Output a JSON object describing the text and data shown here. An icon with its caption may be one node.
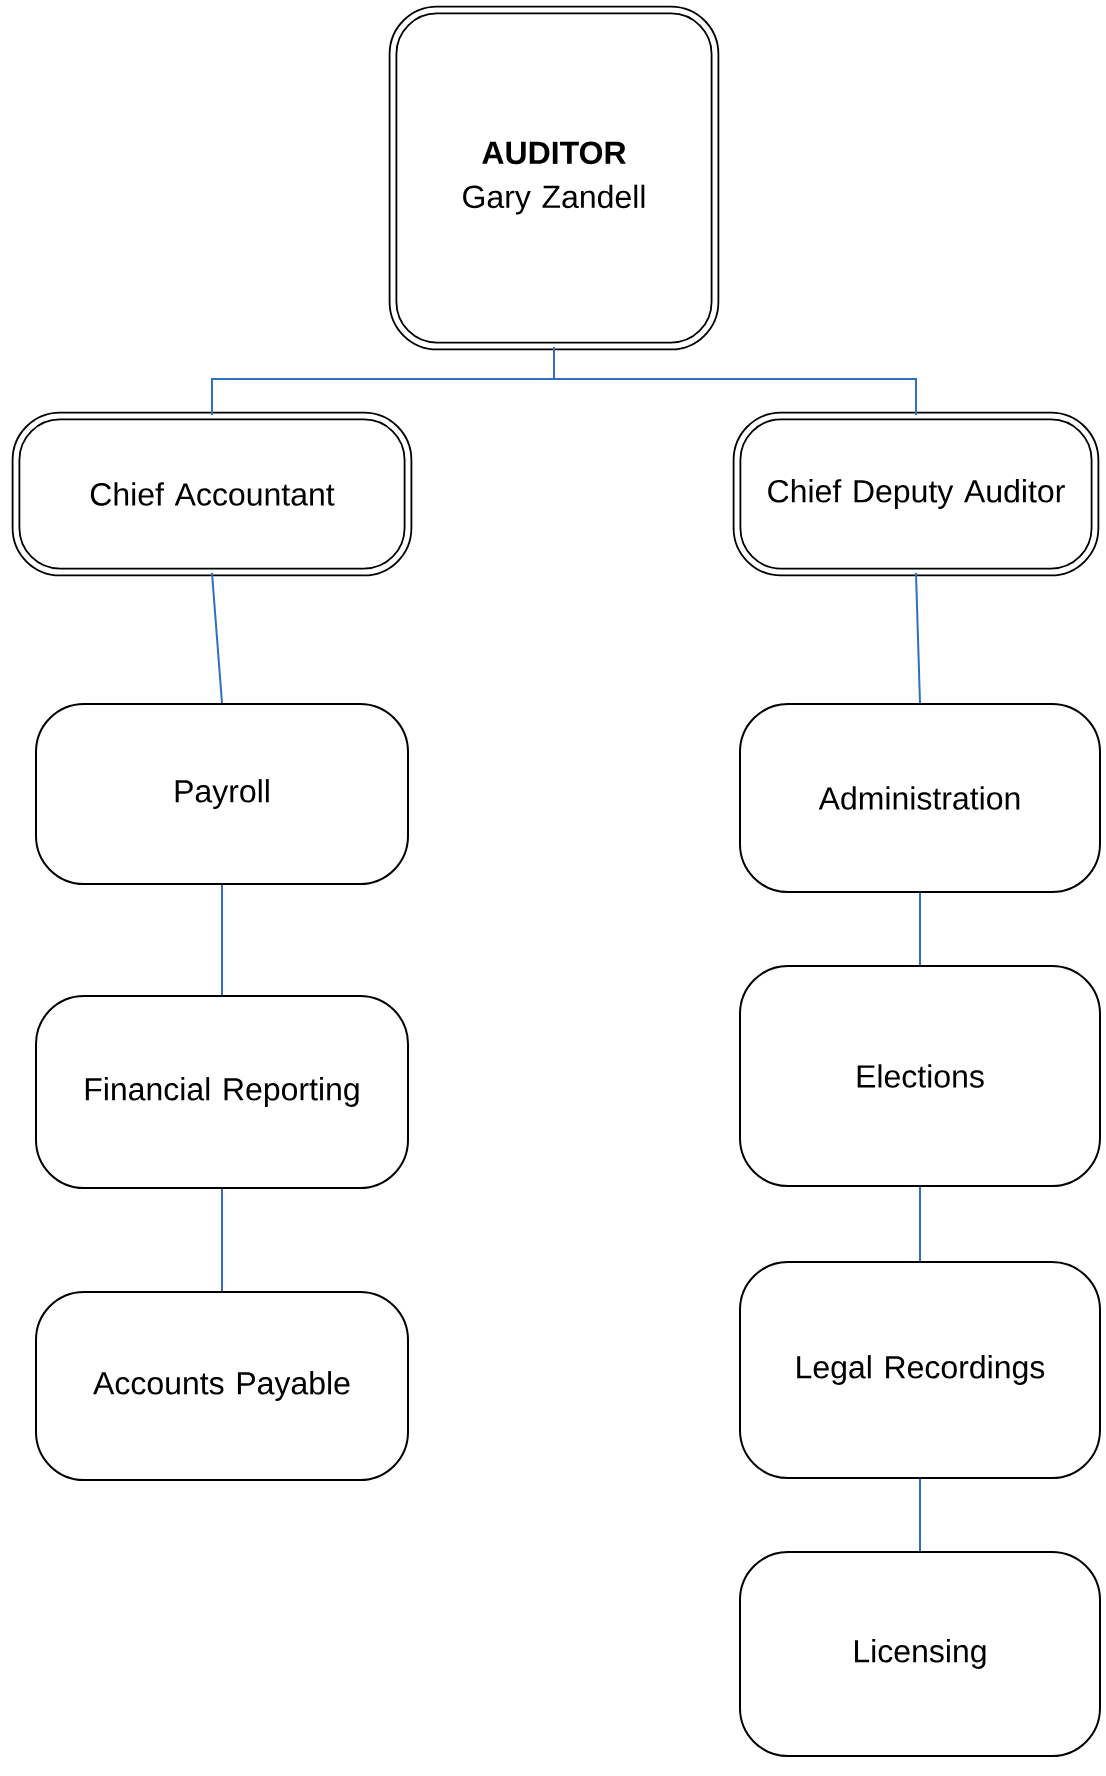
{
  "diagram": {
    "nodes": [
      {
        "text": [
          "AUDITOR",
          "Gary Zandell"
        ]
      },
      {
        "text": [
          "Chief Accountant"
        ]
      },
      {
        "text": [
          "Chief Deputy Auditor"
        ]
      },
      {
        "text": [
          "Payroll"
        ]
      },
      {
        "text": [
          "Financial Reporting"
        ]
      },
      {
        "text": [
          "Accounts Payable"
        ]
      },
      {
        "text": [
          "Administration"
        ]
      },
      {
        "text": [
          "Elections"
        ]
      },
      {
        "text": [
          "Legal Recordings"
        ]
      },
      {
        "text": [
          "Licensing"
        ]
      }
    ],
    "edges": [
      {
        "from": 0,
        "to": 1,
        "arrow": "none"
      },
      {
        "from": 0,
        "to": 2,
        "arrow": "none"
      },
      {
        "from": 1,
        "to": 3,
        "arrow": "none"
      },
      {
        "from": 3,
        "to": 4,
        "arrow": "none"
      },
      {
        "from": 4,
        "to": 5,
        "arrow": "none"
      },
      {
        "from": 2,
        "to": 6,
        "arrow": "none"
      },
      {
        "from": 6,
        "to": 7,
        "arrow": "none"
      },
      {
        "from": 7,
        "to": 8,
        "arrow": "none"
      },
      {
        "from": 8,
        "to": 9,
        "arrow": "none"
      }
    ]
  }
}
